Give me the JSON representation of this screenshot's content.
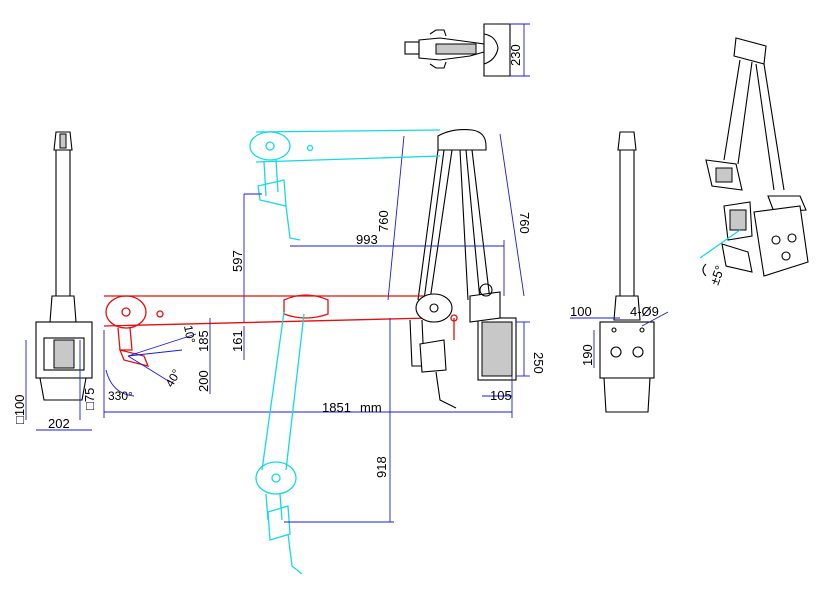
{
  "colors": {
    "outline": "#000000",
    "dimension": "#1b1bd6",
    "position_min": "#e01010",
    "position_alt": "#17d9e4",
    "fill": "#c8c8c8"
  },
  "top_view": {
    "dims": {
      "height": "230"
    }
  },
  "main_view": {
    "dims": {
      "reach_up_vertical": "597",
      "reach_up_horizontal": "993",
      "arm_left": "760",
      "arm_right": "760",
      "tilt_min": "10°",
      "tilt_max": "40°",
      "rotation": "330°",
      "drop_185": "185",
      "drop_161": "161",
      "drop_200": "200",
      "box_height": "250",
      "box_depth": "105",
      "total_length": "1851",
      "total_length_unit": "mm",
      "reach_down": "918"
    }
  },
  "left_view": {
    "dims": {
      "mount_width": "202",
      "square_100": "□100",
      "square_75": "□75"
    }
  },
  "right_view": {
    "dims": {
      "bolt_spacing": "100",
      "holes": "4-Ø9",
      "box_height": "190"
    }
  },
  "iso_view": {
    "dims": {
      "swivel": "±5°"
    }
  }
}
